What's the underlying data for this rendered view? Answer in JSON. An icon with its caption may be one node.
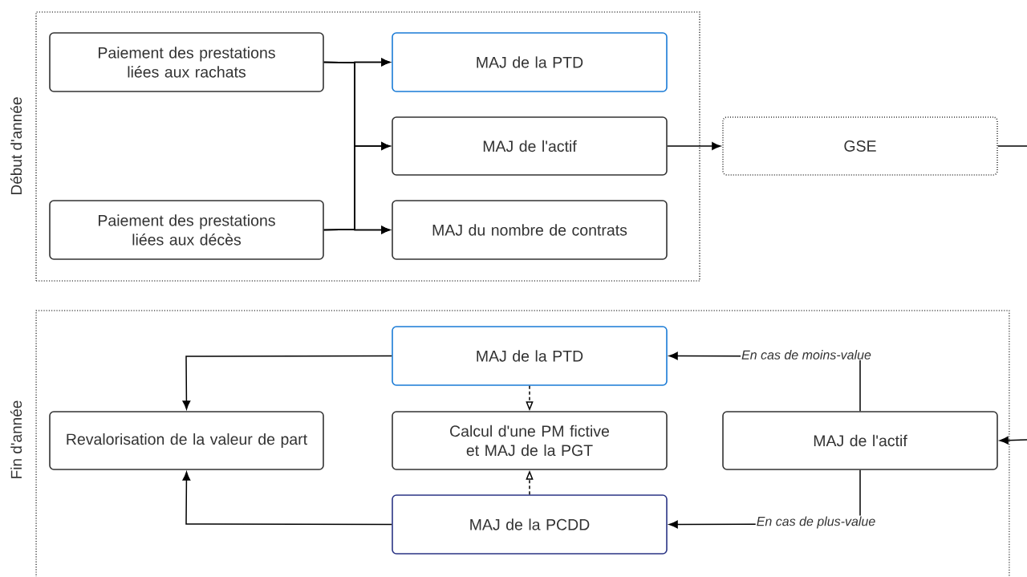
{
  "diagram": {
    "nodes": [
      {
        "text": [
          "Début d'année"
        ]
      },
      {
        "text": [
          "Paiement des prestations liées aux rachats"
        ],
        "in": 0
      },
      {
        "text": [
          "Paiement des prestations liées aux décès"
        ],
        "in": 0
      },
      {
        "text": [
          "MAJ de la PTD"
        ],
        "in": 0
      },
      {
        "text": [
          "MAJ de l'actif"
        ],
        "in": 0
      },
      {
        "text": [
          "MAJ du nombre de contrats"
        ],
        "in": 0
      },
      {
        "text": [
          "GSE"
        ]
      },
      {
        "text": [
          "Fin d'année"
        ]
      },
      {
        "text": [
          "MAJ de la PTD"
        ],
        "in": 7
      },
      {
        "text": [
          "Revalorisation de la valeur de part"
        ],
        "in": 7
      },
      {
        "text": [
          "Calcul d'une PM fictive et MAJ de la PGT"
        ],
        "in": 7
      },
      {
        "text": [
          "MAJ de l'actif"
        ],
        "in": 7
      },
      {
        "text": [
          "MAJ de la PCDD"
        ],
        "in": 7
      }
    ],
    "edges": [
      {
        "from": 1,
        "to": 3,
        "arrow": "to"
      },
      {
        "from": 1,
        "to": 4,
        "arrow": "to"
      },
      {
        "from": 1,
        "to": 5,
        "arrow": "to"
      },
      {
        "from": 2,
        "to": 3,
        "arrow": "to"
      },
      {
        "from": 2,
        "to": 4,
        "arrow": "to"
      },
      {
        "from": 2,
        "to": 5,
        "arrow": "to"
      },
      {
        "from": 4,
        "to": 6,
        "arrow": "to"
      },
      {
        "from": 6,
        "to": null,
        "arrow": "none"
      },
      {
        "from": null,
        "to": 11,
        "arrow": "to"
      },
      {
        "from": 8,
        "to": 9,
        "arrow": "to"
      },
      {
        "from": 12,
        "to": 9,
        "arrow": "to"
      },
      {
        "from": 8,
        "to": 10,
        "arrow": "to",
        "style": "dashed"
      },
      {
        "from": 12,
        "to": 10,
        "arrow": "to",
        "style": "dashed"
      },
      {
        "from": 11,
        "to": 8,
        "arrow": "to",
        "label": "En cas de moins-value"
      },
      {
        "from": 11,
        "to": 12,
        "arrow": "to",
        "label": "En cas de plus-value"
      }
    ]
  }
}
